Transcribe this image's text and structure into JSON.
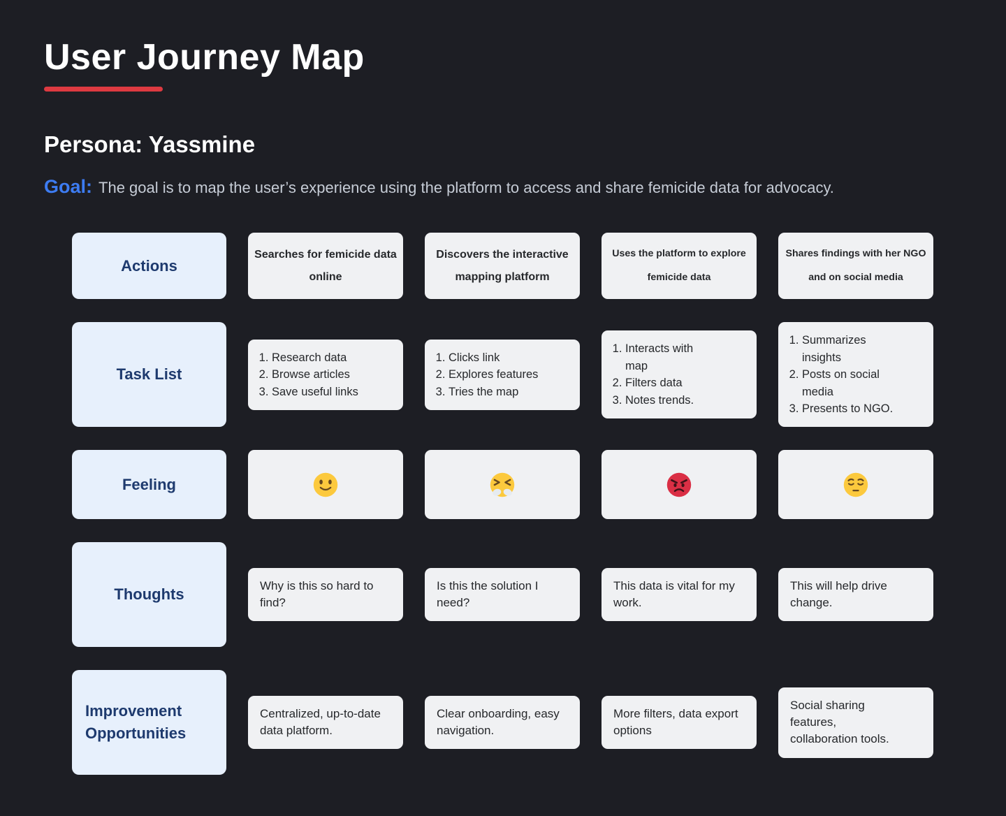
{
  "header": {
    "title": "User Journey Map",
    "persona": "Persona: Yassmine",
    "goal_label": "Goal:",
    "goal_text": "The goal is to map the user’s experience using the platform to access and share femicide data for advocacy."
  },
  "colors": {
    "background": "#1d1e24",
    "accent_red": "#dd3a41",
    "accent_blue": "#3d7cf2",
    "label_card_bg": "#e7f0fc",
    "label_card_text": "#1e3a6e",
    "content_card_bg": "#f0f1f3",
    "content_card_text": "#26282b",
    "goal_text_color": "#c6ccd6",
    "emoji_yellow": "#fcc93d",
    "emoji_red": "#da2f45"
  },
  "journey": {
    "rows": [
      {
        "label": "Actions",
        "cells": [
          "Searches for femicide data online",
          "Discovers the interactive mapping platform",
          "Uses the platform to explore femicide data",
          "Shares findings with her NGO and on social media"
        ]
      },
      {
        "label": "Task List",
        "cells": [
          [
            "Research data",
            "Browse articles",
            "Save useful links"
          ],
          [
            "Clicks link",
            "Explores features",
            "Tries the map"
          ],
          [
            "Interacts with map",
            "Filters data",
            "Notes trends."
          ],
          [
            "Summarizes insights",
            "Posts on social media",
            "Presents to NGO."
          ]
        ]
      },
      {
        "label": "Feeling",
        "cells": [
          "slightly-smiling-face",
          "face-with-steam-from-nose",
          "pouting-face",
          "pensive-face"
        ]
      },
      {
        "label": "Thoughts",
        "cells": [
          "Why is this so hard to find?",
          "Is this the solution I need?",
          "This data is vital for my work.",
          "This will help drive change."
        ]
      },
      {
        "label": "Improvement Opportunities",
        "cells": [
          "Centralized, up-to-date data platform.",
          "Clear onboarding, easy navigation.",
          "More filters, data export options",
          "Social sharing features, collaboration tools."
        ]
      }
    ]
  }
}
